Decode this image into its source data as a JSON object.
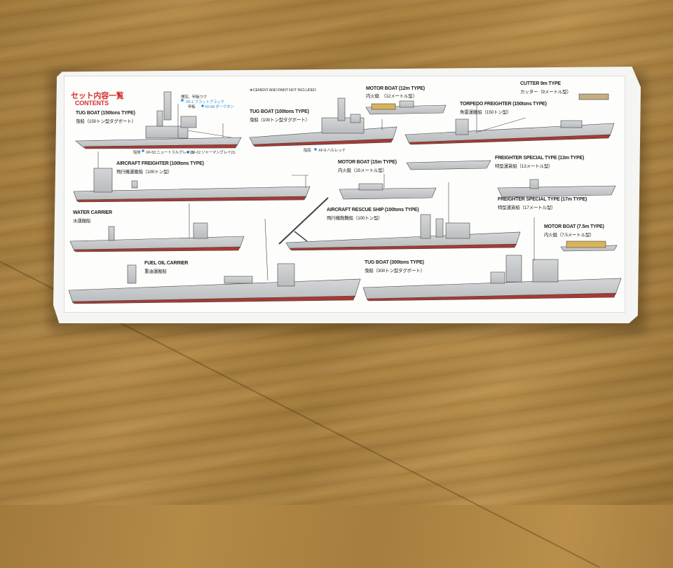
{
  "header": {
    "title_jp": "セット内容一覧",
    "title_en": "CONTENTS",
    "note": "★CEMENT AND PAINT NOT INCLUDED"
  },
  "ships": [
    {
      "name": "TUG BOAT (150tons TYPE)",
      "jp": "曳船（150トン型タグボート）"
    },
    {
      "name": "TUG BOAT (100tons TYPE)",
      "jp": "曳船（100トン型タグボート）"
    },
    {
      "name": "MOTOR BOAT (12m TYPE)",
      "jp": "内火艇　（12メートル型）"
    },
    {
      "name": "CUTTER 9m TYPE",
      "jp": "カッター（9メートル型）"
    },
    {
      "name": "TORPEDO FREIGHTER (150tons TYPE)",
      "jp": "魚雷運搬船（150トン型）"
    },
    {
      "name": "AIRCRAFT FREIGHTER (100tons TYPE)",
      "jp": "飛行機運搬船（100トン型）"
    },
    {
      "name": "MOTOR BOAT (15m TYPE)",
      "jp": "内火艇（15メートル型）"
    },
    {
      "name": "FREIGHTER SPECIAL TYPE (13m TYPE)",
      "jp": "特型運貨船（13メートル型）"
    },
    {
      "name": "FREIGHTER SPECIAL TYPE (17m TYPE)",
      "jp": "特型運貨船（17メートル型）"
    },
    {
      "name": "WATER CARRIER",
      "jp": "水運搬船"
    },
    {
      "name": "AIRCRAFT RESCUE SHIP (100tons TYPE)",
      "jp": "飛行機救難船（100トン型）"
    },
    {
      "name": "MOTOR BOAT (7.5m TYPE)",
      "jp": "内火艇（7.5メートル型）"
    },
    {
      "name": "FUEL OIL CARRIER",
      "jp": "重油運搬船"
    },
    {
      "name": "TUG BOAT (300tons TYPE)",
      "jp": "曳船（300トン型タグボート）"
    }
  ],
  "paint_notes": {
    "a": "煙突、甲板ワク",
    "b": "XF-1 フラットブラック",
    "c": "甲板",
    "d": "XF-68 ダークタン",
    "e": "船体",
    "f": "XF-53 ニュートラルグレイ(1)",
    "g": "XF-12 ジャーマングレイ(1)",
    "h": "船底",
    "i": "XF-9 ハルレッド"
  },
  "colors": {
    "hull_gray": "#c9cbcc",
    "hull_red": "#a63a32",
    "deck_tan": "#b59a6a",
    "heading_red": "#d4322c",
    "paint_dot": "#2a8fd6"
  }
}
